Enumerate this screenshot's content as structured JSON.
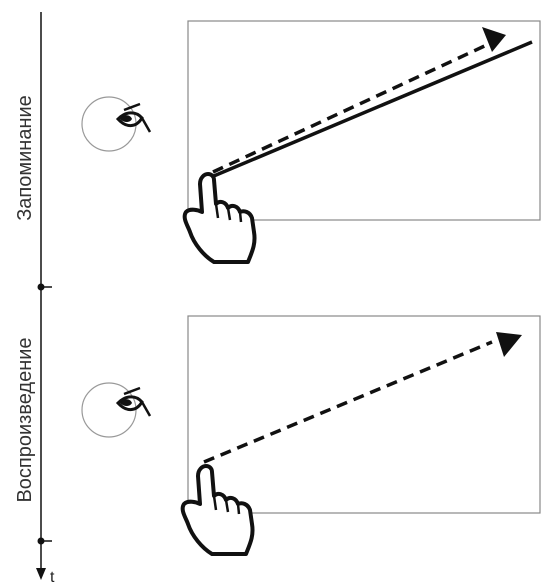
{
  "diagram": {
    "timeline": {
      "axis_label": "t",
      "phases": [
        {
          "id": "memorize",
          "label": "Запоминание"
        },
        {
          "id": "reproduce",
          "label": "Воспроизведение"
        }
      ]
    },
    "colors": {
      "line": "#111111",
      "frame": "#888888",
      "eye_circle": "#999999",
      "text": "#333333"
    },
    "icons": [
      "eye-icon",
      "pointing-hand-icon",
      "arrowhead-icon"
    ]
  }
}
